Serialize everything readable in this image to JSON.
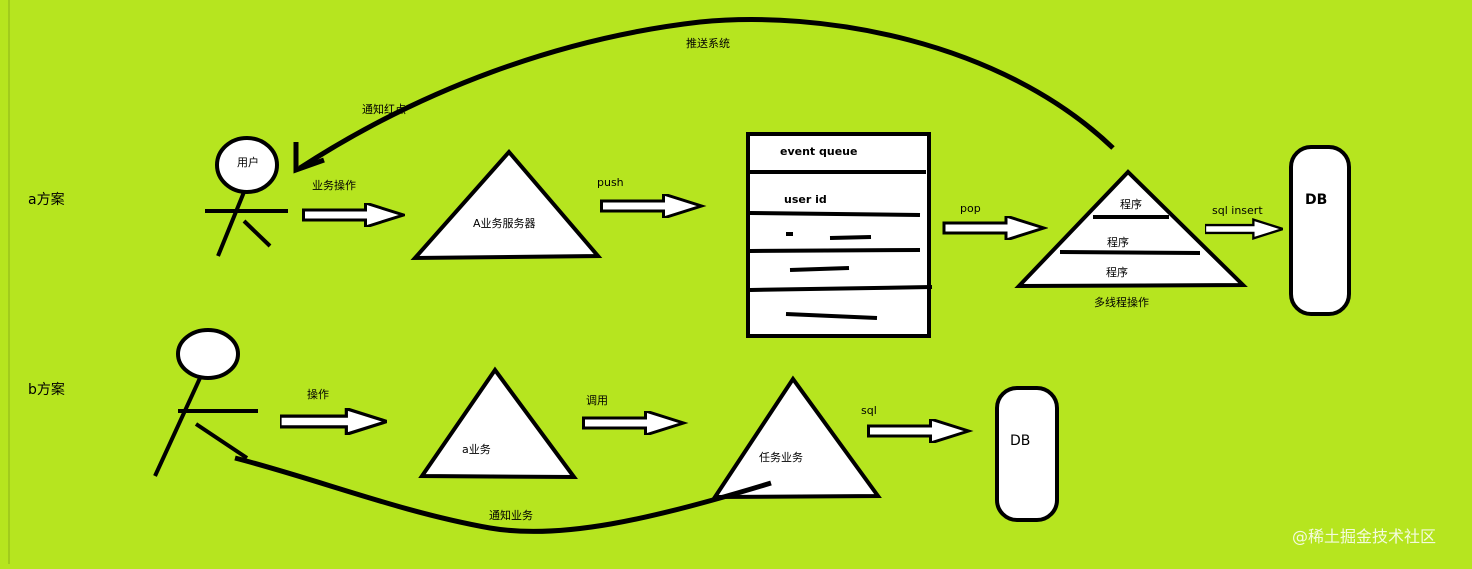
{
  "scheme_a": {
    "label": "a方案",
    "user_label": "用户",
    "business_op_label": "业务操作",
    "server_label": "A业务服务器",
    "push_label": "push",
    "queue": {
      "title": "event queue",
      "user_id": "user id"
    },
    "pop_label": "pop",
    "worker": {
      "programs": [
        "程序",
        "程序",
        "程序"
      ],
      "caption": "多线程操作"
    },
    "sql_insert_label": "sql insert",
    "db_label": "DB",
    "push_system_label": "推送系统",
    "notify_label": "通知红点"
  },
  "scheme_b": {
    "label": "b方案",
    "operate_label": "操作",
    "a_business_label": "a业务",
    "call_label": "调用",
    "task_business_label": "任务业务",
    "sql_label": "sql",
    "db_label": "DB",
    "notify_label": "通知业务"
  },
  "watermark": "@稀土掘金技术社区",
  "colors": {
    "background": "#b6e51f",
    "ink": "#000000",
    "fill": "#ffffff"
  }
}
